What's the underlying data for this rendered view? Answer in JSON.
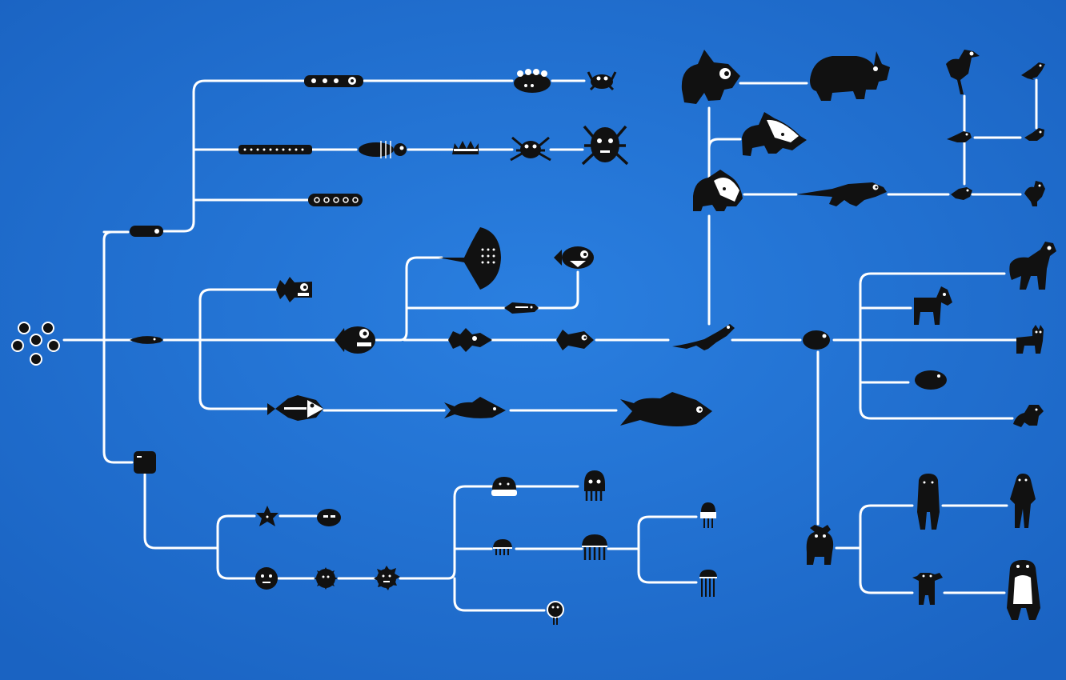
{
  "theme": {
    "background": "#1f6fcf",
    "line": "#ffffff",
    "silhouette": "#111111",
    "highlight": "#ffffff"
  },
  "diagram": {
    "type": "evolutionary tree",
    "root": "cell-cluster",
    "branches": [
      {
        "name": "arthropods",
        "nodes": [
          "worm-ancestor",
          "segmented-worm-top",
          "trilobite",
          "crab",
          "millipede",
          "insect",
          "crown-creature",
          "spider",
          "large-spider",
          "caterpillar"
        ]
      },
      {
        "name": "fish",
        "nodes": [
          "small-eel",
          "puffer-fish",
          "round-fish",
          "manta-ray",
          "angler-fish",
          "small-minnow",
          "spiky-fish",
          "fin-fish",
          "long-fish",
          "shark-small",
          "shark-large"
        ]
      },
      {
        "name": "tetrapods",
        "nodes": [
          "lizard"
        ]
      },
      {
        "name": "reptiles-and-birds",
        "nodes": [
          "dino-head-upper",
          "rhino-beast",
          "horned-dino",
          "frilled-dino",
          "raptor",
          "tall-bird",
          "perched-bird-top",
          "small-bird-mid",
          "small-bird-mid-right",
          "small-bird-low",
          "chicken"
        ]
      },
      {
        "name": "mammals",
        "nodes": [
          "small-mammal",
          "llama",
          "horse",
          "cat",
          "hamster",
          "kangaroo"
        ]
      },
      {
        "name": "primates",
        "nodes": [
          "bear",
          "gorilla",
          "chimp-standing",
          "small-ape",
          "yeti"
        ]
      },
      {
        "name": "radiates",
        "nodes": [
          "sponge",
          "starfish",
          "blob",
          "round-face",
          "flower-creature",
          "sun-creature",
          "dome-jelly",
          "squid-jelly",
          "bell-jelly",
          "jelly-medium",
          "small-jelly",
          "tall-jelly",
          "polyp"
        ]
      }
    ]
  }
}
